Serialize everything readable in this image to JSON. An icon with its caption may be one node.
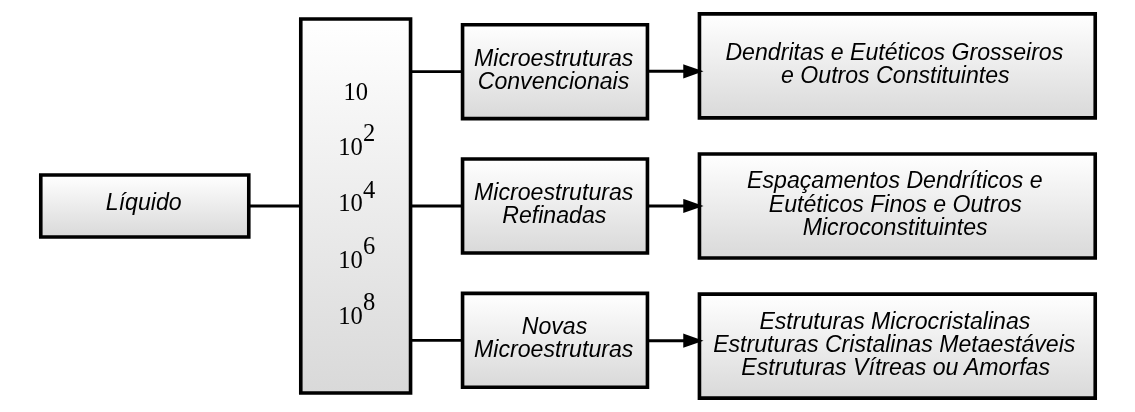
{
  "diagram": {
    "nodes": [
      {
        "text": [
          "Líquido"
        ]
      },
      {
        "text": [
          "10",
          "10$^{2}$",
          "10$^{4}$",
          "10$^{6}$",
          "10$^{8}$"
        ]
      },
      {
        "text": [
          "Microestruturas Convencionais"
        ]
      },
      {
        "text": [
          "Microestruturas Refinadas"
        ]
      },
      {
        "text": [
          "Novas Microestruturas"
        ]
      },
      {
        "text": [
          "Dendritas e Eutéticos Grosseiros e Outros Constituintes"
        ]
      },
      {
        "text": [
          "Espaçamentos Dendríticos e Eutéticos Finos e Outros Microconstituintes"
        ]
      },
      {
        "text": [
          "Estruturas Microcristalinas",
          "Estruturas Cristalinas Metaestáveis",
          "Estruturas Vítreas ou Amorfas"
        ]
      }
    ],
    "edges": [
      {
        "from": 0,
        "to": 1,
        "arrow": "none"
      },
      {
        "from": 1,
        "to": 2,
        "arrow": "none"
      },
      {
        "from": 1,
        "to": 3,
        "arrow": "none"
      },
      {
        "from": 1,
        "to": 4,
        "arrow": "none"
      },
      {
        "from": 2,
        "to": 5,
        "arrow": "to"
      },
      {
        "from": 3,
        "to": 6,
        "arrow": "to"
      },
      {
        "from": 4,
        "to": 7,
        "arrow": "to"
      }
    ]
  }
}
